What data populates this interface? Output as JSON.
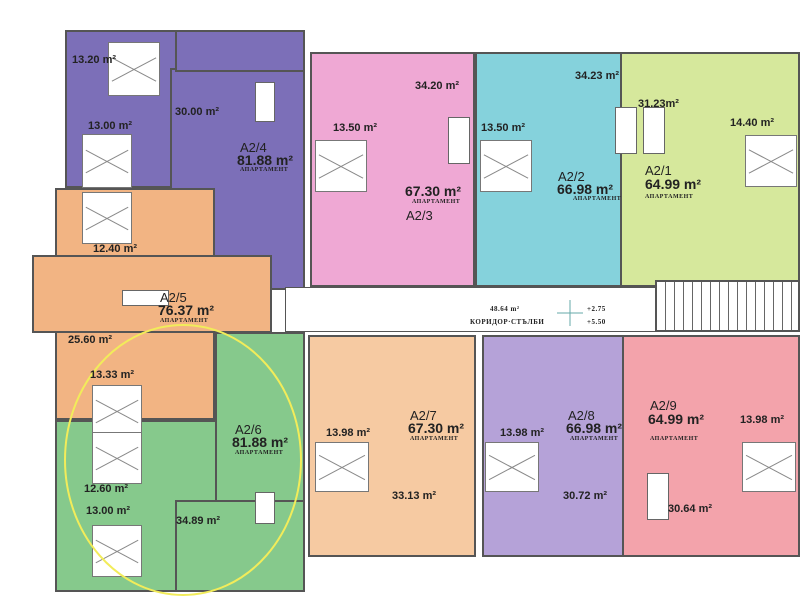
{
  "colors": {
    "a2_4": "#7c6fb8",
    "a2_5": "#f2b483",
    "a2_6": "#86c98c",
    "a2_3": "#efa8d4",
    "a2_2": "#85d2dc",
    "a2_1": "#d6e89c",
    "a2_7": "#f6caa2",
    "a2_8": "#b5a2d8",
    "a2_9": "#f3a3ab",
    "highlight": "#f2ec5a"
  },
  "apartment_type": "АПАРТАМЕНТ",
  "apartments": {
    "a2_4": {
      "code": "A2/4",
      "area": "81.88 m²",
      "rooms": [
        "13.20 m²",
        "30.00 m²",
        "13.00 m²"
      ]
    },
    "a2_5": {
      "code": "A2/5",
      "area": "76.37 m²",
      "rooms": [
        "12.40 m²",
        "25.60 m²",
        "13.33 m²"
      ]
    },
    "a2_6": {
      "code": "A2/6",
      "area": "81.88 m²",
      "rooms": [
        "12.60 m²",
        "13.00 m²",
        "34.89 m²"
      ]
    },
    "a2_3": {
      "code": "A2/3",
      "area": "67.30 m²",
      "rooms": [
        "34.20 m²",
        "13.50 m²"
      ]
    },
    "a2_2": {
      "code": "A2/2",
      "area": "66.98 m²",
      "rooms": [
        "34.23 m²",
        "13.50 m²"
      ]
    },
    "a2_1": {
      "code": "A2/1",
      "area": "64.99 m²",
      "rooms": [
        "31.23m²",
        "14.40 m²"
      ]
    },
    "a2_7": {
      "code": "A2/7",
      "area": "67.30 m²",
      "rooms": [
        "13.98 m²",
        "33.13 m²"
      ]
    },
    "a2_8": {
      "code": "A2/8",
      "area": "66.98 m²",
      "rooms": [
        "13.98 m²",
        "30.72 m²"
      ]
    },
    "a2_9": {
      "code": "A2/9",
      "area": "64.99 m²",
      "rooms": [
        "13.98 m²",
        "30.64 m²"
      ]
    }
  },
  "corridor": {
    "area": "48.64 m²",
    "label": "КОРИДОР·СТЪЛБИ",
    "level_top": "+2.75",
    "level_bottom": "+5.50"
  }
}
